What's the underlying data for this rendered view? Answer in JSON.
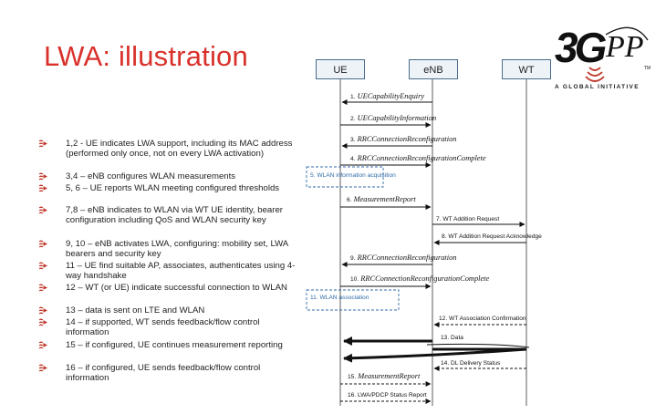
{
  "slide": {
    "title": "LWA: illustration",
    "logo_text": "A GLOBAL INITIATIVE",
    "logo_wordmark": "3GPP"
  },
  "colors": {
    "title": "#d9312b",
    "bullet": "#c0392b",
    "entity_border": "#4a6b8a",
    "dashed_box": "#2f6aa8"
  },
  "bullets": [
    "1,2 - UE indicates LWA support, including its MAC address (performed only once, not on every LWA activation)",
    "3,4 – eNB configures WLAN measurements",
    "5, 6 – UE reports WLAN meeting configured thresholds",
    "7,8 – eNB indicates to WLAN via WT UE identity, bearer configuration including QoS and WLAN security key",
    "9, 10 – eNB activates LWA, configuring: mobility set, LWA bearers and security key",
    "11 – UE find suitable AP, associates, authenticates using 4-way handshake",
    "12 – WT (or UE) indicate successful connection to WLAN",
    "13 – data is sent on LTE and WLAN",
    "14 – if supported, WT sends feedback/flow control information",
    "15 – if configured, UE continues measurement reporting",
    "16 – if configured, UE sends feedback/flow control information"
  ],
  "entities": [
    "UE",
    "eNB",
    "WT"
  ],
  "messages": [
    {
      "num": "1.",
      "text": "UECapabilityEnquiry"
    },
    {
      "num": "2.",
      "text": "UECapabilityInformation"
    },
    {
      "num": "3.",
      "text": "RRCConnectionReconfiguration"
    },
    {
      "num": "4.",
      "text": "RRCConnectionReconfigurationComplete"
    },
    {
      "num": "6.",
      "text": "MeasurementReport"
    },
    {
      "num": "7.",
      "text": "WT Addition Request"
    },
    {
      "num": "8.",
      "text": "WT Addition Request Acknowledge"
    },
    {
      "num": "9.",
      "text": "RRCConnectionReconfiguration"
    },
    {
      "num": "10.",
      "text": "RRCConnectionReconfigurationComplete"
    },
    {
      "num": "12.",
      "text": "WT Association Confirmation"
    },
    {
      "num": "13.",
      "text": "Data"
    },
    {
      "num": "14.",
      "text": "DL Delivery Status"
    },
    {
      "num": "15.",
      "text": "MeasurementReport"
    },
    {
      "num": "16.",
      "text": "LWA/PDCP Status Report"
    }
  ],
  "dashed_boxes": [
    "5. WLAN information acquisition",
    "11. WLAN association"
  ]
}
